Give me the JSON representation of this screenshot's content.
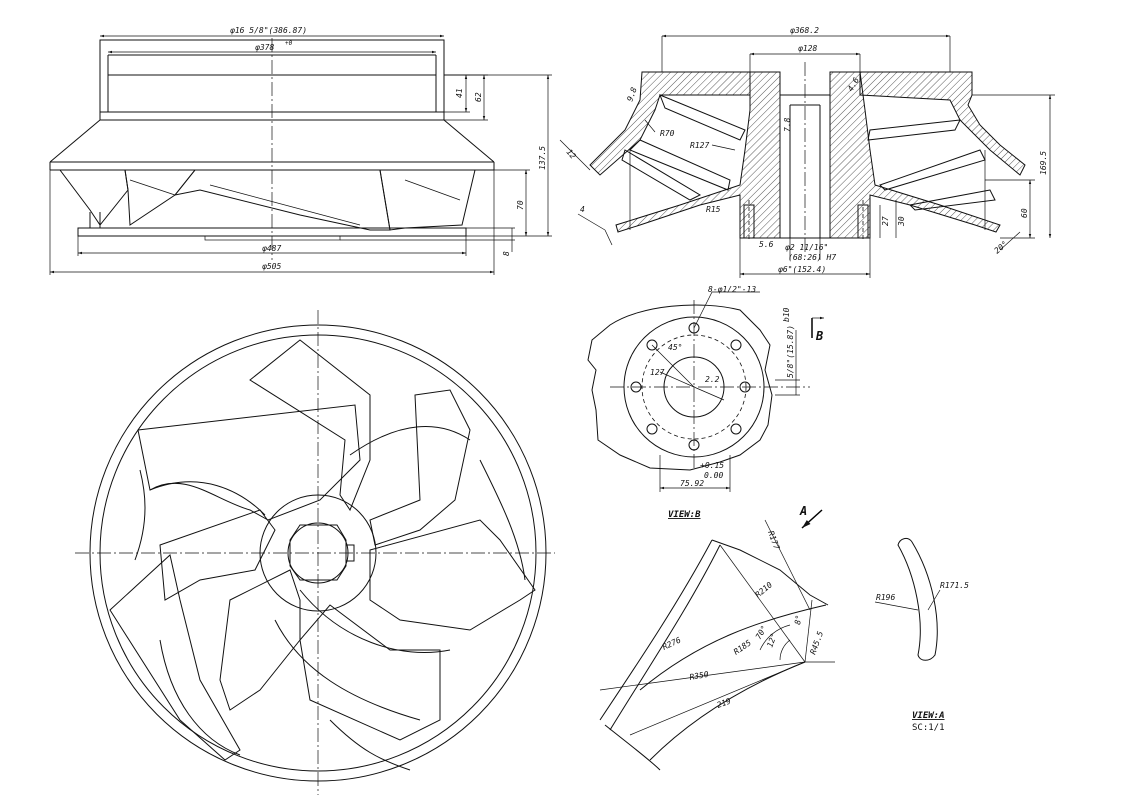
{
  "front_view": {
    "dim_top": "φ16 5/8\"(386.87)",
    "dim_inner": "φ378",
    "dim_inner_sup": "+0",
    "dim_41": "41",
    "dim_62": "62",
    "dim_total_height": "137.5",
    "dim_70": "70",
    "dim_8": "8",
    "dim_487": "φ487",
    "dim_505": "φ505"
  },
  "section_view": {
    "dim_top": "φ368.2",
    "dim_hub": "φ128",
    "dim_9_8": "9.8",
    "dim_4_6": "4.6",
    "dim_7_8": "7.8",
    "dim_r70": "R70",
    "dim_r127": "R127",
    "dim_12": "12",
    "dim_r15": "R15",
    "dim_4": "4",
    "dim_5_6": "5.6",
    "dim_bore": "φ2 11/16\"",
    "dim_bore_h7": "(68.26) H7",
    "dim_shaft": "φ6\"(152.4)",
    "dim_27": "27",
    "dim_30": "30",
    "dim_60": "60",
    "dim_169_5": "169.5",
    "dim_20deg": "20°"
  },
  "view_b": {
    "title": "VIEW:B",
    "label_b": "B",
    "thread": "8-φ1/2\"-13",
    "angle_45": "45°",
    "dim_127": "127",
    "dim_2": "2.2",
    "dim_keyway": "5/8\"(15.87)",
    "dim_b10": "b10",
    "tol_plus": "+0.15",
    "tol_zero": "0.00",
    "dim_75_92": "75.92"
  },
  "view_a": {
    "title": "VIEW:A",
    "scale": "SC:1/1",
    "label_a": "A",
    "dim_r177": "R177",
    "dim_r210": "R210",
    "dim_r276": "R276",
    "dim_r185": "R185",
    "dim_r350": "R350",
    "dim_219": "219",
    "dim_70deg": "70°",
    "dim_12deg": "12°",
    "dim_8deg": "8°",
    "dim_r45_5": "R45.5",
    "dim_r196": "R196",
    "dim_r171_5": "R171.5"
  }
}
